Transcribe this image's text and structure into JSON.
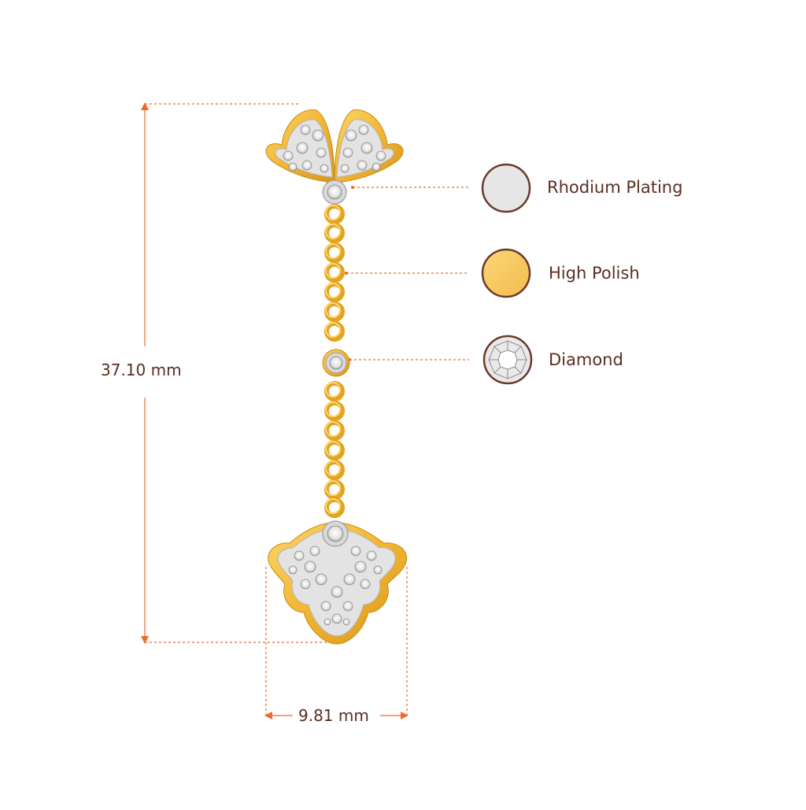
{
  "dimensions": {
    "height_label": "37.10 mm",
    "width_label": "9.81 mm"
  },
  "legend": [
    {
      "label": "Rhodium Plating",
      "icon": "rhodium-swatch-icon",
      "color": "#e6e6e6"
    },
    {
      "label": "High Polish",
      "icon": "gold-swatch-icon",
      "color": "#f7c85e"
    },
    {
      "label": "Diamond",
      "icon": "diamond-swatch-icon",
      "color": "#d9d9d9"
    }
  ],
  "colors": {
    "dimension_line": "#ee6a2e",
    "label_text": "#5a2e22",
    "gold": "#f2b632",
    "gold_dark": "#d8951a",
    "rhodium": "#e3e3e3",
    "swatch_ring": "#6a3a2c"
  }
}
